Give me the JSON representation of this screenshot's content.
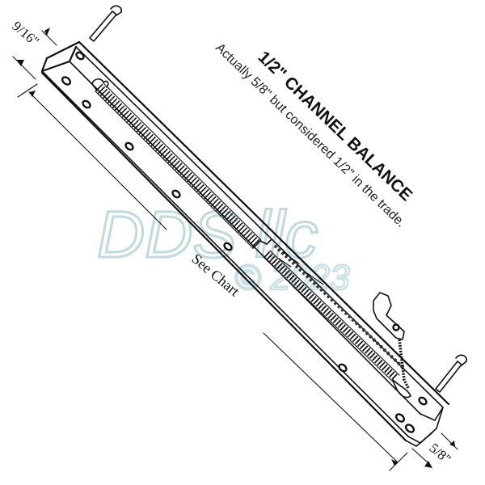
{
  "diagram": {
    "title": "1/2\" CHANNEL BALANCE",
    "subtitle": "Actually 5/8\" but considered 1/2\" in the trade.",
    "dimensions": {
      "top_width": "9/16\"",
      "bottom_width": "5/8\"",
      "length": "See Chart"
    },
    "watermark": {
      "brand": "DDS llc",
      "copyright": "© 2023"
    },
    "components": [
      "channel",
      "spring",
      "top-pin",
      "bottom-pin",
      "cord",
      "shoe"
    ],
    "colors": {
      "line": "#111111",
      "watermark": "#a9cdd6",
      "background": "#ffffff"
    }
  }
}
